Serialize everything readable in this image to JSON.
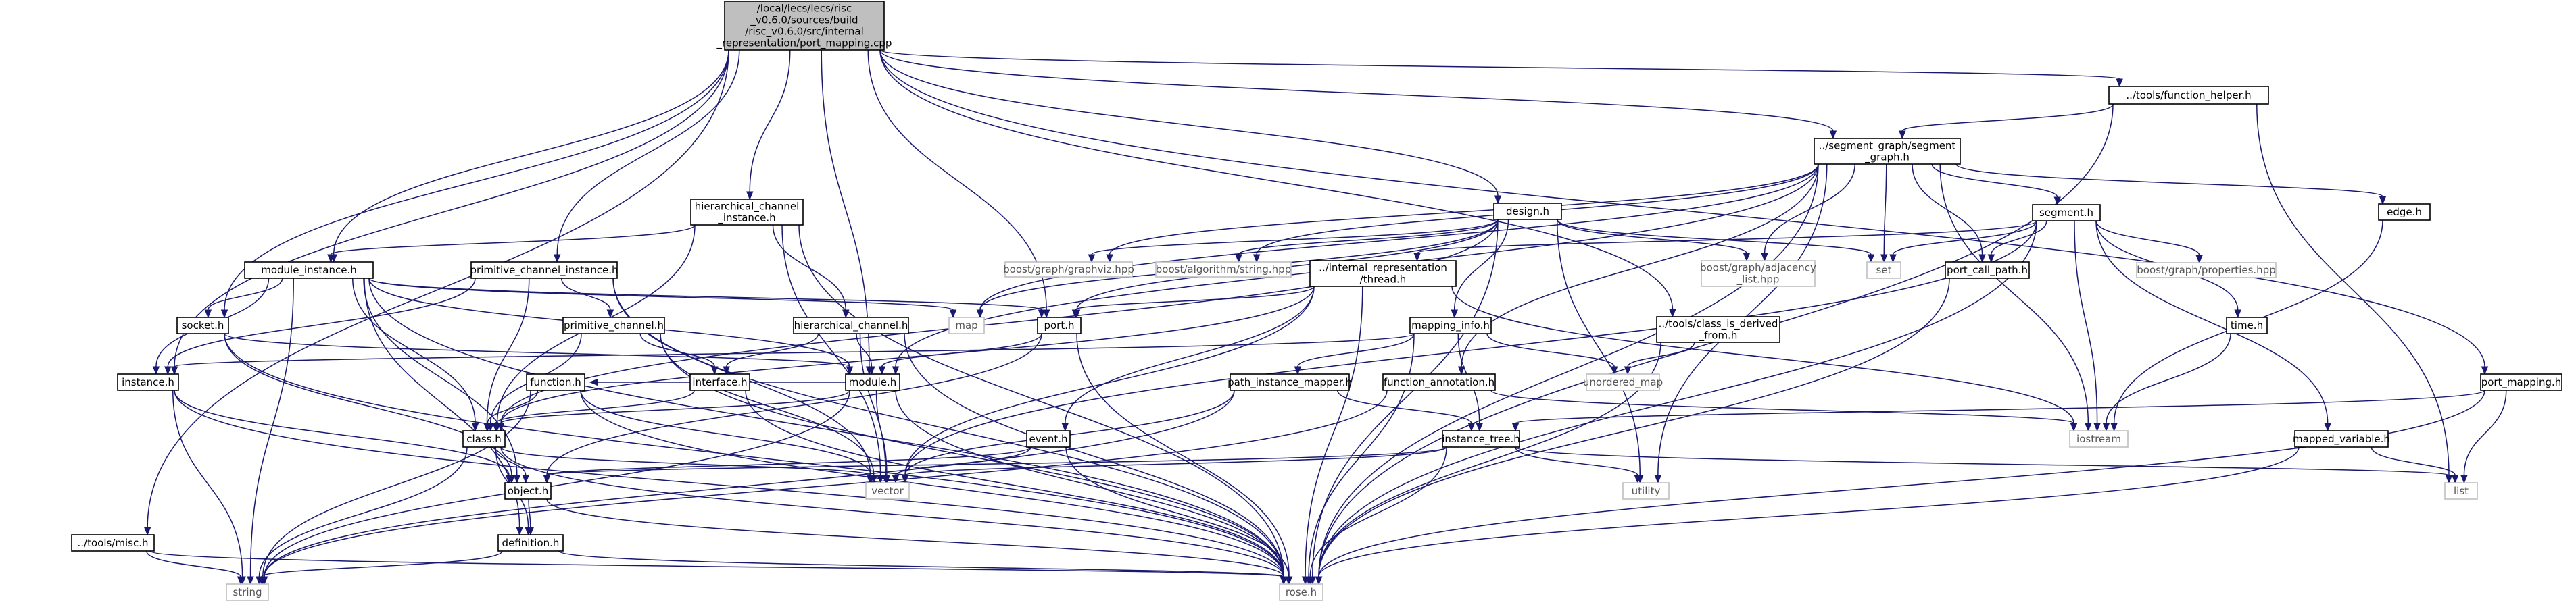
{
  "diagram": {
    "type": "include-dependency-graph",
    "nodes": [
      {
        "id": "root",
        "lines": [
          "/local/lecs/lecs/risc",
          "_v0.6.0/sources/build",
          "/risc_v0.6.0/src/internal",
          "_representation/port_mapping.cpp"
        ],
        "kind": "root"
      },
      {
        "id": "function_helper",
        "lines": [
          "../tools/function_helper.h"
        ],
        "kind": "file"
      },
      {
        "id": "segment_graph",
        "lines": [
          "../segment_graph/segment",
          "_graph.h"
        ],
        "kind": "file"
      },
      {
        "id": "hier_chan_inst",
        "lines": [
          "hierarchical_channel",
          "_instance.h"
        ],
        "kind": "file"
      },
      {
        "id": "design",
        "lines": [
          "design.h"
        ],
        "kind": "file"
      },
      {
        "id": "segment",
        "lines": [
          "segment.h"
        ],
        "kind": "file"
      },
      {
        "id": "edge",
        "lines": [
          "edge.h"
        ],
        "kind": "file"
      },
      {
        "id": "module_instance",
        "lines": [
          "module_instance.h"
        ],
        "kind": "file"
      },
      {
        "id": "prim_chan_inst",
        "lines": [
          "primitive_channel_instance.h"
        ],
        "kind": "file"
      },
      {
        "id": "thread",
        "lines": [
          "../internal_representation",
          "/thread.h"
        ],
        "kind": "file"
      },
      {
        "id": "graphviz",
        "lines": [
          "boost/graph/graphviz.hpp"
        ],
        "kind": "ext"
      },
      {
        "id": "algo_string",
        "lines": [
          "boost/algorithm/string.hpp"
        ],
        "kind": "ext"
      },
      {
        "id": "adjacency",
        "lines": [
          "boost/graph/adjacency",
          "_list.hpp"
        ],
        "kind": "ext"
      },
      {
        "id": "set",
        "lines": [
          "set"
        ],
        "kind": "ext"
      },
      {
        "id": "port_call_path",
        "lines": [
          "port_call_path.h"
        ],
        "kind": "file"
      },
      {
        "id": "properties",
        "lines": [
          "boost/graph/properties.hpp"
        ],
        "kind": "ext"
      },
      {
        "id": "socket",
        "lines": [
          "socket.h"
        ],
        "kind": "file"
      },
      {
        "id": "prim_chan",
        "lines": [
          "primitive_channel.h"
        ],
        "kind": "file"
      },
      {
        "id": "hier_chan",
        "lines": [
          "hierarchical_channel.h"
        ],
        "kind": "file"
      },
      {
        "id": "map",
        "lines": [
          "map"
        ],
        "kind": "ext"
      },
      {
        "id": "port",
        "lines": [
          "port.h"
        ],
        "kind": "file"
      },
      {
        "id": "mapping_info",
        "lines": [
          "mapping_info.h"
        ],
        "kind": "file"
      },
      {
        "id": "class_is_derived",
        "lines": [
          "../tools/class_is_derived",
          "_from.h"
        ],
        "kind": "file"
      },
      {
        "id": "time",
        "lines": [
          "time.h"
        ],
        "kind": "file"
      },
      {
        "id": "instance",
        "lines": [
          "instance.h"
        ],
        "kind": "file"
      },
      {
        "id": "function",
        "lines": [
          "function.h"
        ],
        "kind": "file"
      },
      {
        "id": "interface",
        "lines": [
          "interface.h"
        ],
        "kind": "file"
      },
      {
        "id": "module",
        "lines": [
          "module.h"
        ],
        "kind": "file"
      },
      {
        "id": "path_inst_mapper",
        "lines": [
          "path_instance_mapper.h"
        ],
        "kind": "file"
      },
      {
        "id": "function_annotation",
        "lines": [
          "function_annotation.h"
        ],
        "kind": "file"
      },
      {
        "id": "unordered_map",
        "lines": [
          "unordered_map"
        ],
        "kind": "ext"
      },
      {
        "id": "port_mapping",
        "lines": [
          "port_mapping.h"
        ],
        "kind": "file"
      },
      {
        "id": "class",
        "lines": [
          "class.h"
        ],
        "kind": "file"
      },
      {
        "id": "event",
        "lines": [
          "event.h"
        ],
        "kind": "file"
      },
      {
        "id": "instance_tree",
        "lines": [
          "instance_tree.h"
        ],
        "kind": "file"
      },
      {
        "id": "iostream",
        "lines": [
          "iostream"
        ],
        "kind": "ext"
      },
      {
        "id": "mapped_variable",
        "lines": [
          "mapped_variable.h"
        ],
        "kind": "file"
      },
      {
        "id": "object",
        "lines": [
          "object.h"
        ],
        "kind": "file"
      },
      {
        "id": "vector",
        "lines": [
          "vector"
        ],
        "kind": "ext"
      },
      {
        "id": "utility",
        "lines": [
          "utility"
        ],
        "kind": "ext"
      },
      {
        "id": "list",
        "lines": [
          "list"
        ],
        "kind": "ext"
      },
      {
        "id": "misc",
        "lines": [
          "../tools/misc.h"
        ],
        "kind": "file"
      },
      {
        "id": "definition",
        "lines": [
          "definition.h"
        ],
        "kind": "file"
      },
      {
        "id": "string",
        "lines": [
          "string"
        ],
        "kind": "ext"
      },
      {
        "id": "rose",
        "lines": [
          "rose.h"
        ],
        "kind": "ext"
      }
    ],
    "edges": [
      [
        "root",
        "function_helper"
      ],
      [
        "root",
        "port_mapping"
      ],
      [
        "root",
        "segment_graph"
      ],
      [
        "root",
        "design"
      ],
      [
        "root",
        "hier_chan_inst"
      ],
      [
        "root",
        "module_instance"
      ],
      [
        "root",
        "prim_chan_inst"
      ],
      [
        "root",
        "socket"
      ],
      [
        "root",
        "instance"
      ],
      [
        "root",
        "misc"
      ],
      [
        "root",
        "port"
      ],
      [
        "root",
        "module"
      ],
      [
        "root",
        "class_is_derived"
      ],
      [
        "function_helper",
        "segment_graph"
      ],
      [
        "function_helper",
        "list"
      ],
      [
        "function_helper",
        "rose"
      ],
      [
        "segment_graph",
        "segment"
      ],
      [
        "segment_graph",
        "edge"
      ],
      [
        "segment_graph",
        "port_call_path"
      ],
      [
        "segment_graph",
        "graphviz"
      ],
      [
        "segment_graph",
        "algo_string"
      ],
      [
        "segment_graph",
        "adjacency"
      ],
      [
        "segment_graph",
        "set"
      ],
      [
        "segment_graph",
        "iostream"
      ],
      [
        "segment_graph",
        "utility"
      ],
      [
        "segment_graph",
        "map"
      ],
      [
        "segment_graph",
        "module"
      ],
      [
        "segment_graph",
        "function_annotation"
      ],
      [
        "segment_graph",
        "rose"
      ],
      [
        "segment",
        "thread"
      ],
      [
        "segment",
        "port_call_path"
      ],
      [
        "segment",
        "properties"
      ],
      [
        "segment",
        "set"
      ],
      [
        "segment",
        "time"
      ],
      [
        "segment",
        "mapped_variable"
      ],
      [
        "segment",
        "iostream"
      ],
      [
        "segment",
        "vector"
      ],
      [
        "segment",
        "rose"
      ],
      [
        "edge",
        "iostream"
      ],
      [
        "time",
        "iostream"
      ],
      [
        "port_call_path",
        "rose"
      ],
      [
        "mapped_variable",
        "list"
      ],
      [
        "mapped_variable",
        "rose"
      ],
      [
        "design",
        "graphviz"
      ],
      [
        "design",
        "algo_string"
      ],
      [
        "design",
        "adjacency"
      ],
      [
        "design",
        "set"
      ],
      [
        "design",
        "mapping_info"
      ],
      [
        "design",
        "port"
      ],
      [
        "design",
        "map"
      ],
      [
        "design",
        "utility"
      ],
      [
        "design",
        "rose"
      ],
      [
        "design",
        "class"
      ],
      [
        "thread",
        "port"
      ],
      [
        "thread",
        "event"
      ],
      [
        "thread",
        "class"
      ],
      [
        "thread",
        "iostream"
      ],
      [
        "thread",
        "vector"
      ],
      [
        "thread",
        "rose"
      ],
      [
        "mapping_info",
        "unordered_map"
      ],
      [
        "mapping_info",
        "instance"
      ],
      [
        "mapping_info",
        "path_inst_mapper"
      ],
      [
        "mapping_info",
        "instance_tree"
      ],
      [
        "mapping_info",
        "rose"
      ],
      [
        "class_is_derived",
        "unordered_map"
      ],
      [
        "class_is_derived",
        "rose"
      ],
      [
        "hier_chan_inst",
        "module_instance"
      ],
      [
        "hier_chan_inst",
        "hier_chan"
      ],
      [
        "hier_chan_inst",
        "class"
      ],
      [
        "hier_chan_inst",
        "vector"
      ],
      [
        "hier_chan_inst",
        "rose"
      ],
      [
        "module_instance",
        "socket"
      ],
      [
        "module_instance",
        "instance"
      ],
      [
        "module_instance",
        "map"
      ],
      [
        "module_instance",
        "port"
      ],
      [
        "module_instance",
        "module"
      ],
      [
        "module_instance",
        "class"
      ],
      [
        "module_instance",
        "object"
      ],
      [
        "module_instance",
        "definition"
      ],
      [
        "module_instance",
        "string"
      ],
      [
        "module_instance",
        "rose"
      ],
      [
        "prim_chan_inst",
        "prim_chan"
      ],
      [
        "prim_chan_inst",
        "instance"
      ],
      [
        "prim_chan_inst",
        "class"
      ],
      [
        "prim_chan_inst",
        "vector"
      ],
      [
        "prim_chan_inst",
        "rose"
      ],
      [
        "prim_chan",
        "interface"
      ],
      [
        "prim_chan",
        "class"
      ],
      [
        "prim_chan",
        "vector"
      ],
      [
        "prim_chan",
        "rose"
      ],
      [
        "hier_chan",
        "interface"
      ],
      [
        "hier_chan",
        "module"
      ],
      [
        "hier_chan",
        "vector"
      ],
      [
        "hier_chan",
        "rose"
      ],
      [
        "socket",
        "module"
      ],
      [
        "socket",
        "object"
      ],
      [
        "socket",
        "rose"
      ],
      [
        "instance",
        "object"
      ],
      [
        "instance",
        "string"
      ],
      [
        "instance",
        "rose"
      ],
      [
        "port",
        "module"
      ],
      [
        "port",
        "object"
      ],
      [
        "port",
        "rose"
      ],
      [
        "module",
        "class"
      ],
      [
        "module",
        "function"
      ],
      [
        "module",
        "vector"
      ],
      [
        "module",
        "string"
      ],
      [
        "module",
        "rose"
      ],
      [
        "function",
        "class"
      ],
      [
        "function",
        "vector"
      ],
      [
        "function",
        "string"
      ],
      [
        "function",
        "rose"
      ],
      [
        "interface",
        "class"
      ],
      [
        "interface",
        "rose"
      ],
      [
        "path_inst_mapper",
        "instance_tree"
      ],
      [
        "path_inst_mapper",
        "vector"
      ],
      [
        "path_inst_mapper",
        "string"
      ],
      [
        "function_annotation",
        "iostream"
      ],
      [
        "function_annotation",
        "string"
      ],
      [
        "port_mapping",
        "instance_tree"
      ],
      [
        "port_mapping",
        "list"
      ],
      [
        "port_mapping",
        "rose"
      ],
      [
        "instance_tree",
        "object"
      ],
      [
        "instance_tree",
        "utility"
      ],
      [
        "instance_tree",
        "list"
      ],
      [
        "instance_tree",
        "vector"
      ],
      [
        "instance_tree",
        "rose"
      ],
      [
        "event",
        "object"
      ],
      [
        "event",
        "vector"
      ],
      [
        "event",
        "rose"
      ],
      [
        "class",
        "object"
      ],
      [
        "class",
        "definition"
      ],
      [
        "class",
        "vector"
      ],
      [
        "class",
        "string"
      ],
      [
        "class",
        "rose"
      ],
      [
        "object",
        "definition"
      ],
      [
        "object",
        "rose"
      ],
      [
        "definition",
        "string"
      ],
      [
        "definition",
        "rose"
      ],
      [
        "misc",
        "string"
      ],
      [
        "misc",
        "rose"
      ]
    ]
  }
}
